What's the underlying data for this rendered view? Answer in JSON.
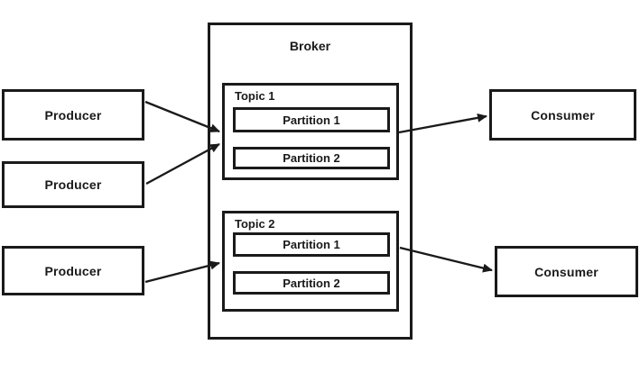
{
  "diagram": {
    "producers": [
      "Producer",
      "Producer",
      "Producer"
    ],
    "broker": {
      "label": "Broker",
      "topics": [
        {
          "label": "Topic 1",
          "partitions": [
            "Partition 1",
            "Partition 2"
          ]
        },
        {
          "label": "Topic 2",
          "partitions": [
            "Partition 1",
            "Partition 2"
          ]
        }
      ]
    },
    "consumers": [
      "Consumer",
      "Consumer"
    ],
    "colors": {
      "line": "#1a1a1a",
      "text": "#1a1a1a",
      "background": "#ffffff"
    }
  }
}
